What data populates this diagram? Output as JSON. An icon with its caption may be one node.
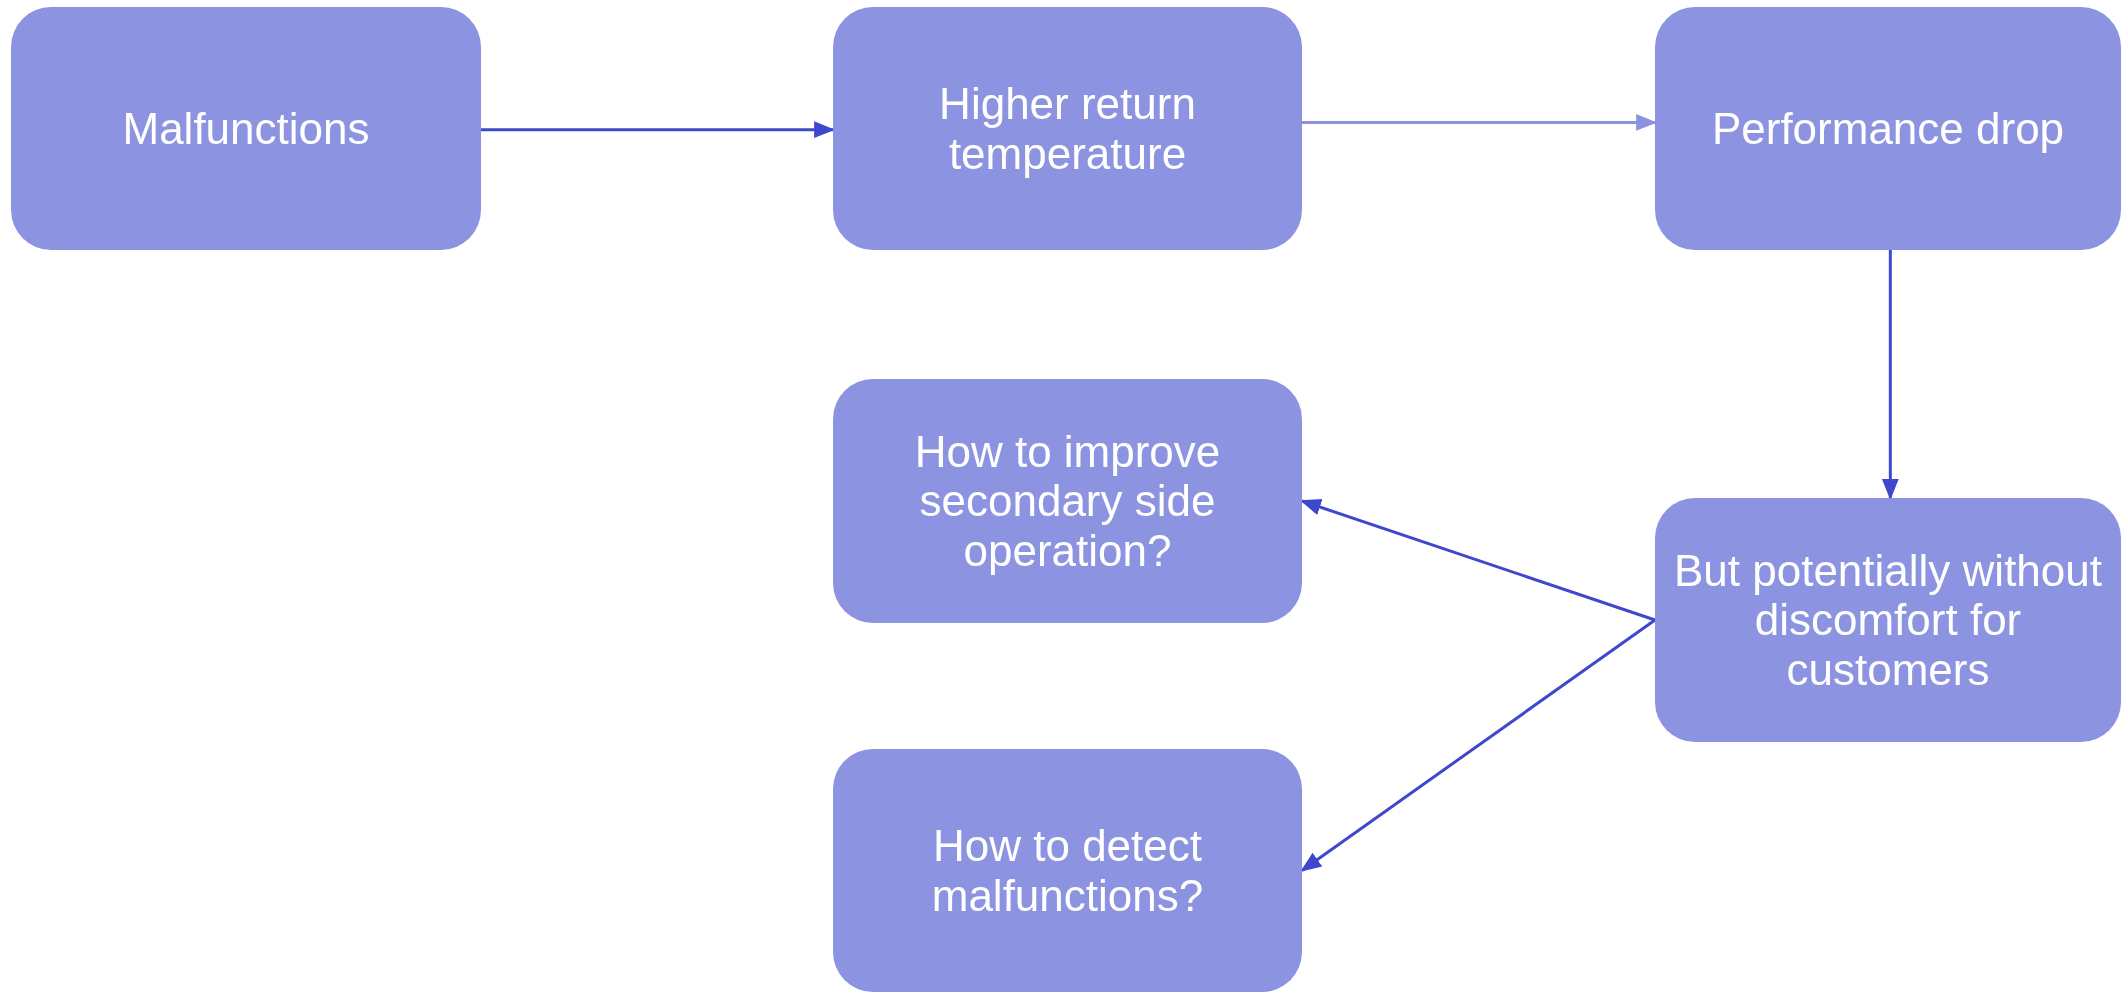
{
  "diagram": {
    "nodes": [
      {
        "text": [
          "Malfunctions"
        ]
      },
      {
        "text": [
          "Higher return temperature"
        ]
      },
      {
        "text": [
          "Performance drop"
        ]
      },
      {
        "text": [
          "How to improve secondary side operation?"
        ]
      },
      {
        "text": [
          "But potentially without discomfort for customers"
        ]
      },
      {
        "text": [
          "How to detect malfunctions?"
        ]
      }
    ],
    "edges": [
      {
        "from": 0,
        "to": 1,
        "arrow": "to"
      },
      {
        "from": 1,
        "to": 2,
        "arrow": "to",
        "color": "#8b92e0"
      },
      {
        "from": 2,
        "to": 4,
        "arrow": "to"
      },
      {
        "from": 4,
        "to": 3,
        "arrow": "to"
      },
      {
        "from": 4,
        "to": 5,
        "arrow": "to"
      }
    ]
  }
}
